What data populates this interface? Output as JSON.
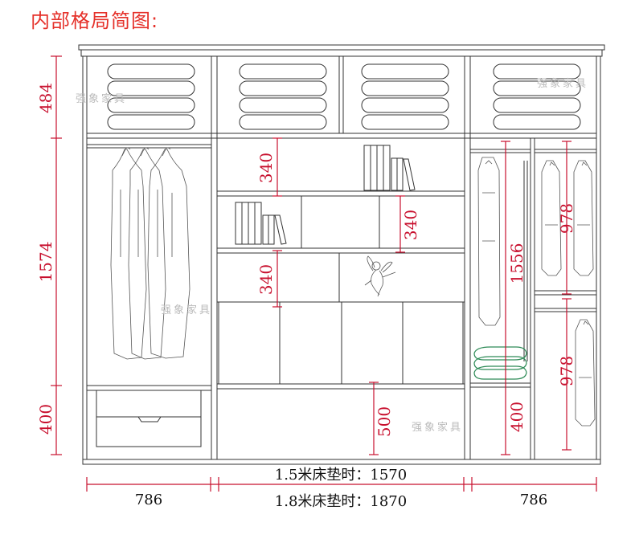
{
  "title": "内部格局简图:",
  "dimensions": {
    "left_top_height": "484",
    "left_hang_height": "1574",
    "left_drawer_height": "400",
    "center_shelf_1": "340",
    "center_shelf_2": "340",
    "center_shelf_3": "340",
    "center_bottom": "500",
    "right_full_hang": "1556",
    "right_upper_hang": "978",
    "right_lower_hang": "978",
    "right_bottom": "400",
    "left_width": "786",
    "right_width": "786",
    "center_width_15": "1.5米床垫时：1570",
    "center_width_18": "1.8米床垫时：1870"
  },
  "watermark": "强象家具",
  "colors": {
    "accent": "#c8102e",
    "line": "#333333",
    "title": "#e5312a"
  }
}
